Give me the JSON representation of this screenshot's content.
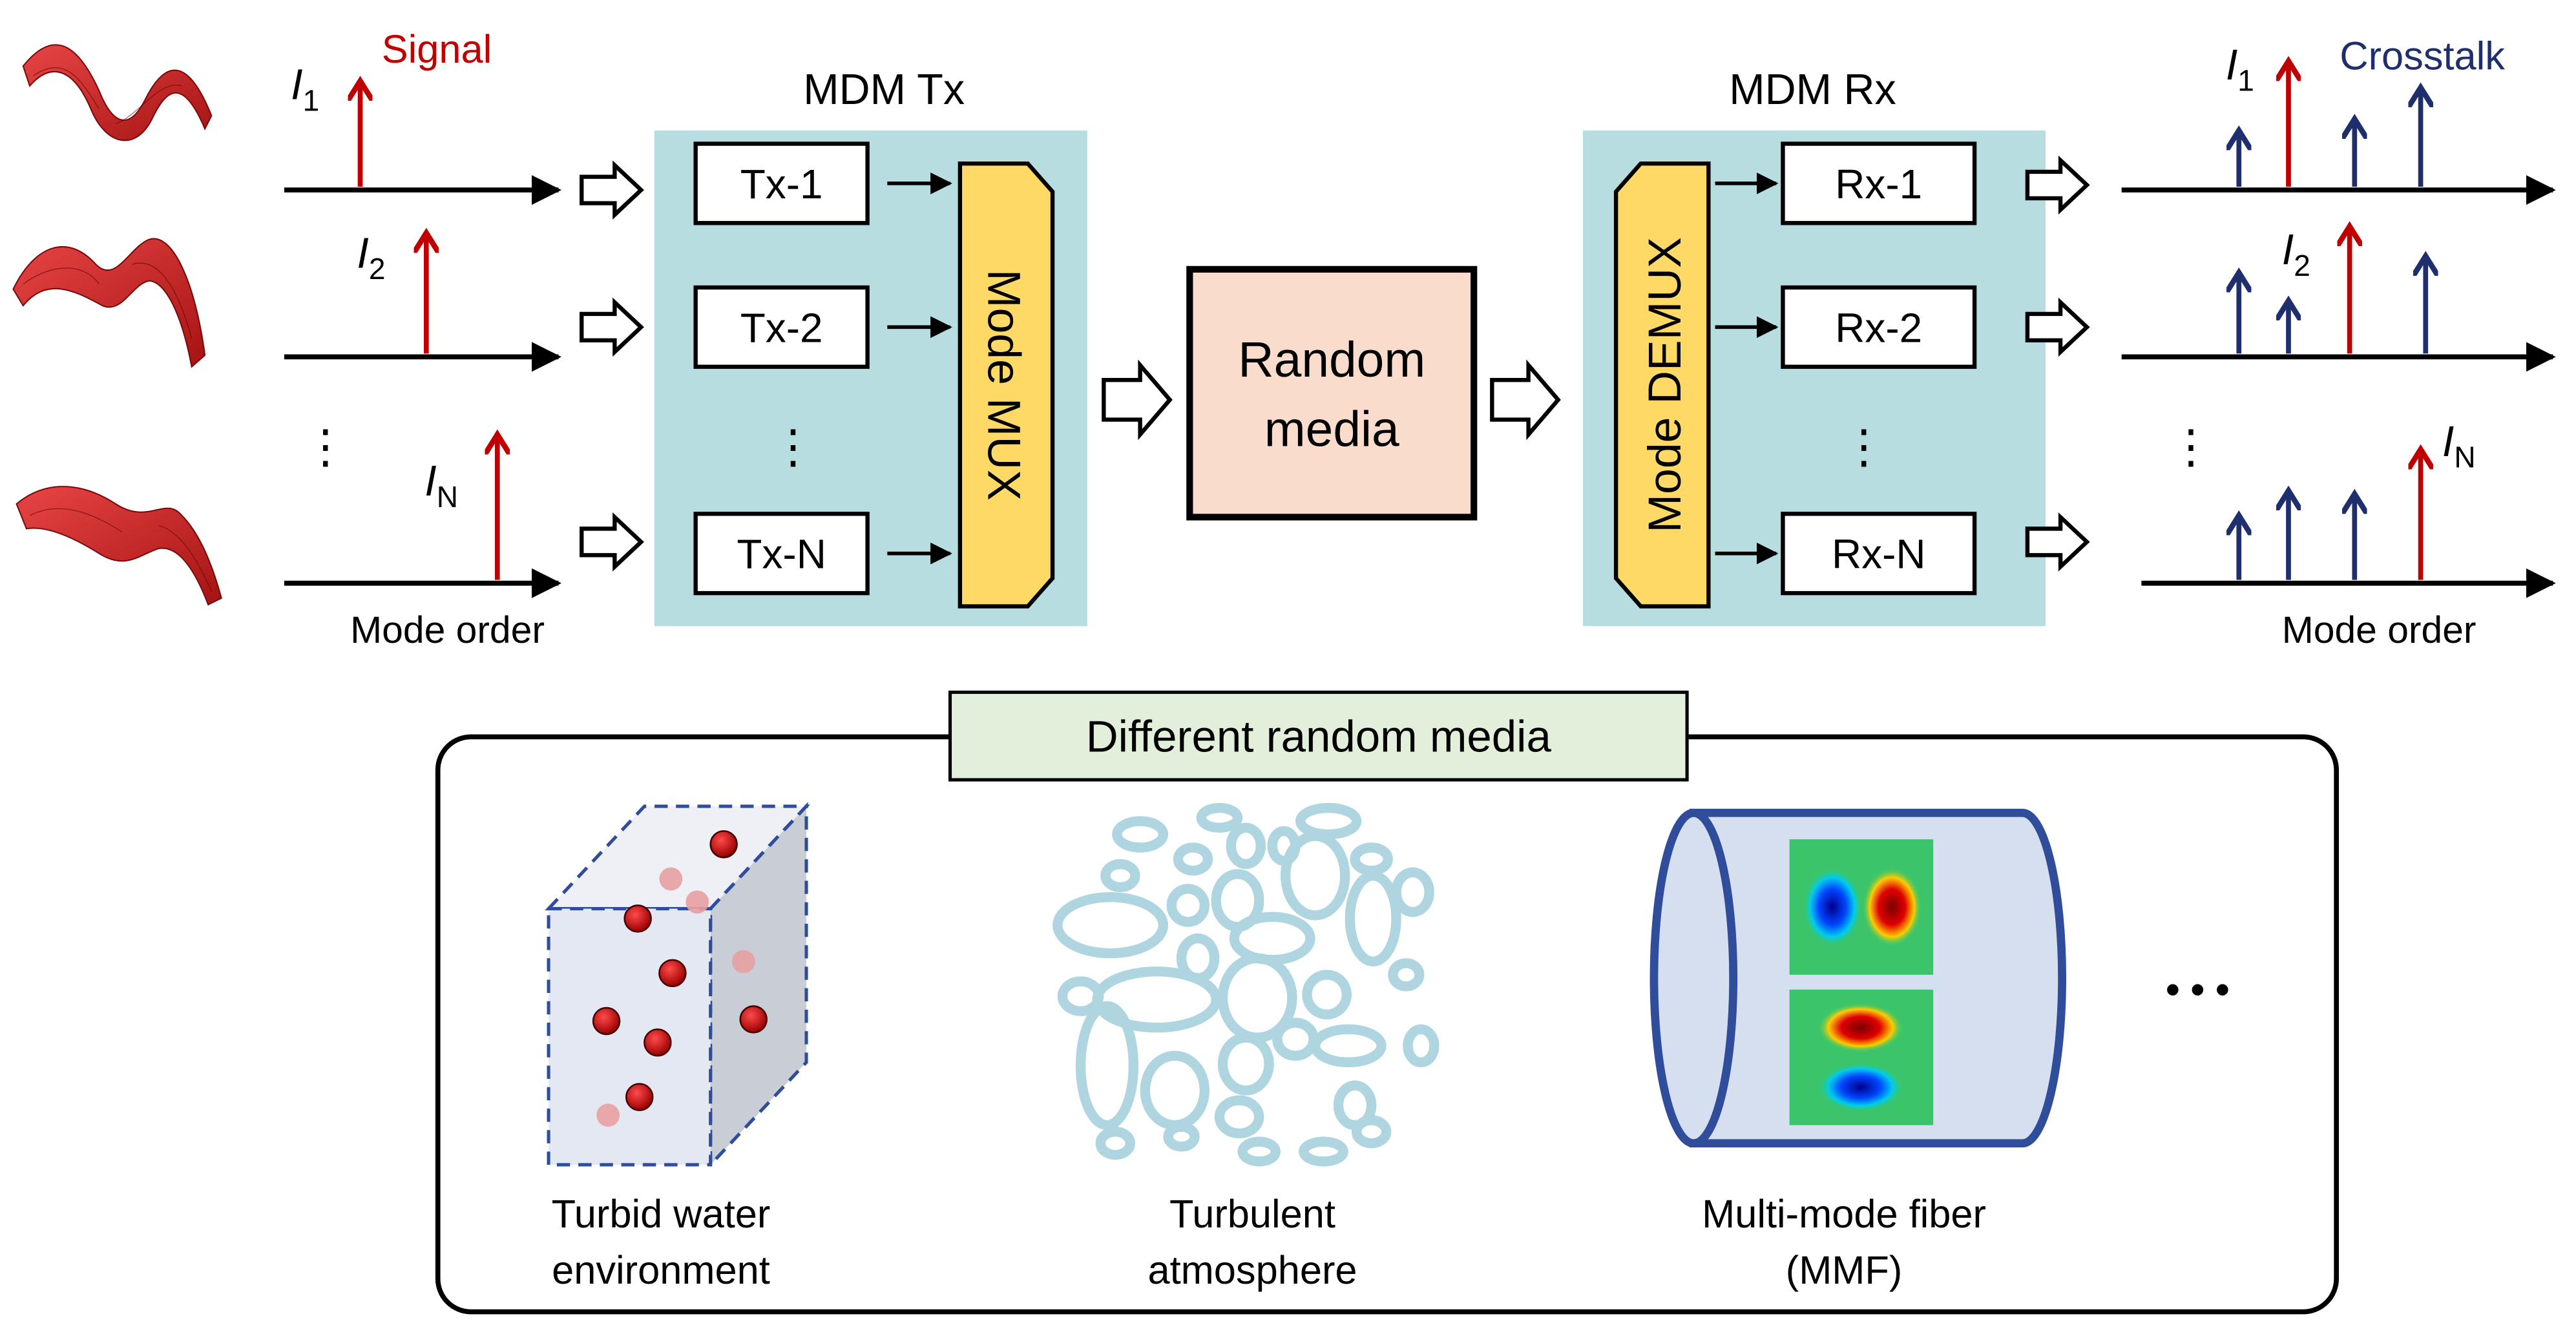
{
  "left_axes": {
    "i1": {
      "main": "I",
      "sub": "1"
    },
    "i2": {
      "main": "I",
      "sub": "2"
    },
    "in": {
      "main": "I",
      "sub": "N"
    },
    "signal_label": "Signal",
    "dots": "⋮",
    "xlabel": "Mode order"
  },
  "tx": {
    "title": "MDM Tx",
    "boxes": [
      "Tx-1",
      "Tx-2",
      "Tx-N"
    ],
    "dots": "⋮",
    "mux": "Mode MUX"
  },
  "medium": {
    "line1": "Random",
    "line2": "media"
  },
  "rx": {
    "title": "MDM Rx",
    "boxes": [
      "Rx-1",
      "Rx-2",
      "Rx-N"
    ],
    "dots": "⋮",
    "demux": "Mode DEMUX"
  },
  "right_axes": {
    "i1": {
      "main": "I",
      "sub": "1"
    },
    "i2": {
      "main": "I",
      "sub": "2"
    },
    "in": {
      "main": "I",
      "sub": "N"
    },
    "crosstalk_label": "Crosstalk",
    "dots": "⋮",
    "xlabel": "Mode order"
  },
  "media_panel": {
    "title": "Different random media",
    "items": [
      {
        "line1": "Turbid water",
        "line2": "environment"
      },
      {
        "line1": "Turbulent",
        "line2": "atmosphere"
      },
      {
        "line1": "Multi-mode fiber",
        "line2": "(MMF)"
      }
    ],
    "ellipsis": "• • •"
  },
  "colors": {
    "signal": "#c00000",
    "crosstalk": "#1f2f6e",
    "tx_rx_bg": "#b8dde1",
    "mux_fill": "#ffd966",
    "medium_fill": "#f9dccb",
    "panel_title_bg": "#e2efda",
    "water_dot": "#c00000",
    "turbulence": "#aed5e0",
    "fiber_fill": "#d6dff0",
    "fiber_stroke": "#2f4d9a"
  }
}
